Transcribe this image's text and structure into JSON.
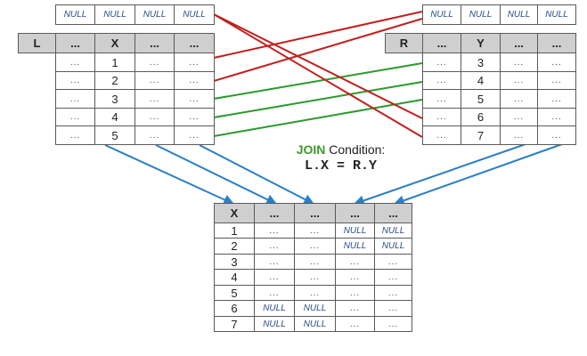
{
  "left_table": {
    "name": "L",
    "null_row": [
      "NULL",
      "NULL",
      "NULL",
      "NULL"
    ],
    "headers": [
      "...",
      "X",
      "...",
      "..."
    ],
    "rows": [
      [
        "...",
        "1",
        "...",
        "..."
      ],
      [
        "...",
        "2",
        "...",
        "..."
      ],
      [
        "...",
        "3",
        "...",
        "..."
      ],
      [
        "...",
        "4",
        "...",
        "..."
      ],
      [
        "...",
        "5",
        "...",
        "..."
      ]
    ]
  },
  "right_table": {
    "name": "R",
    "null_row": [
      "NULL",
      "NULL",
      "NULL",
      "NULL"
    ],
    "headers": [
      "...",
      "Y",
      "...",
      "..."
    ],
    "rows": [
      [
        "...",
        "3",
        "...",
        "..."
      ],
      [
        "...",
        "4",
        "...",
        "..."
      ],
      [
        "...",
        "5",
        "...",
        "..."
      ],
      [
        "...",
        "6",
        "...",
        "..."
      ],
      [
        "...",
        "7",
        "...",
        "..."
      ]
    ]
  },
  "join": {
    "keyword": "JOIN",
    "label": "Condition:",
    "expression": "L.X = R.Y",
    "keyword_color": "#3d9b2a"
  },
  "result_table": {
    "headers": [
      "X",
      "...",
      "...",
      "...",
      "..."
    ],
    "rows": [
      [
        "1",
        "...",
        "...",
        "NULL",
        "NULL"
      ],
      [
        "2",
        "...",
        "...",
        "NULL",
        "NULL"
      ],
      [
        "3",
        "...",
        "...",
        "...",
        "..."
      ],
      [
        "4",
        "...",
        "...",
        "...",
        "..."
      ],
      [
        "5",
        "...",
        "...",
        "...",
        "..."
      ],
      [
        "6",
        "NULL",
        "NULL",
        "...",
        "..."
      ],
      [
        "7",
        "NULL",
        "NULL",
        "...",
        "..."
      ]
    ]
  },
  "connections": {
    "colors": {
      "unmatched": "#c0201e",
      "matched": "#2a9a2a",
      "projection": "#2a7fc8"
    },
    "matched": [
      {
        "left_x": "3",
        "right_y": "3"
      },
      {
        "left_x": "4",
        "right_y": "4"
      },
      {
        "left_x": "5",
        "right_y": "5"
      }
    ],
    "left_unmatched_to_null": [
      "1",
      "2"
    ],
    "right_unmatched_to_null": [
      "6",
      "7"
    ]
  }
}
